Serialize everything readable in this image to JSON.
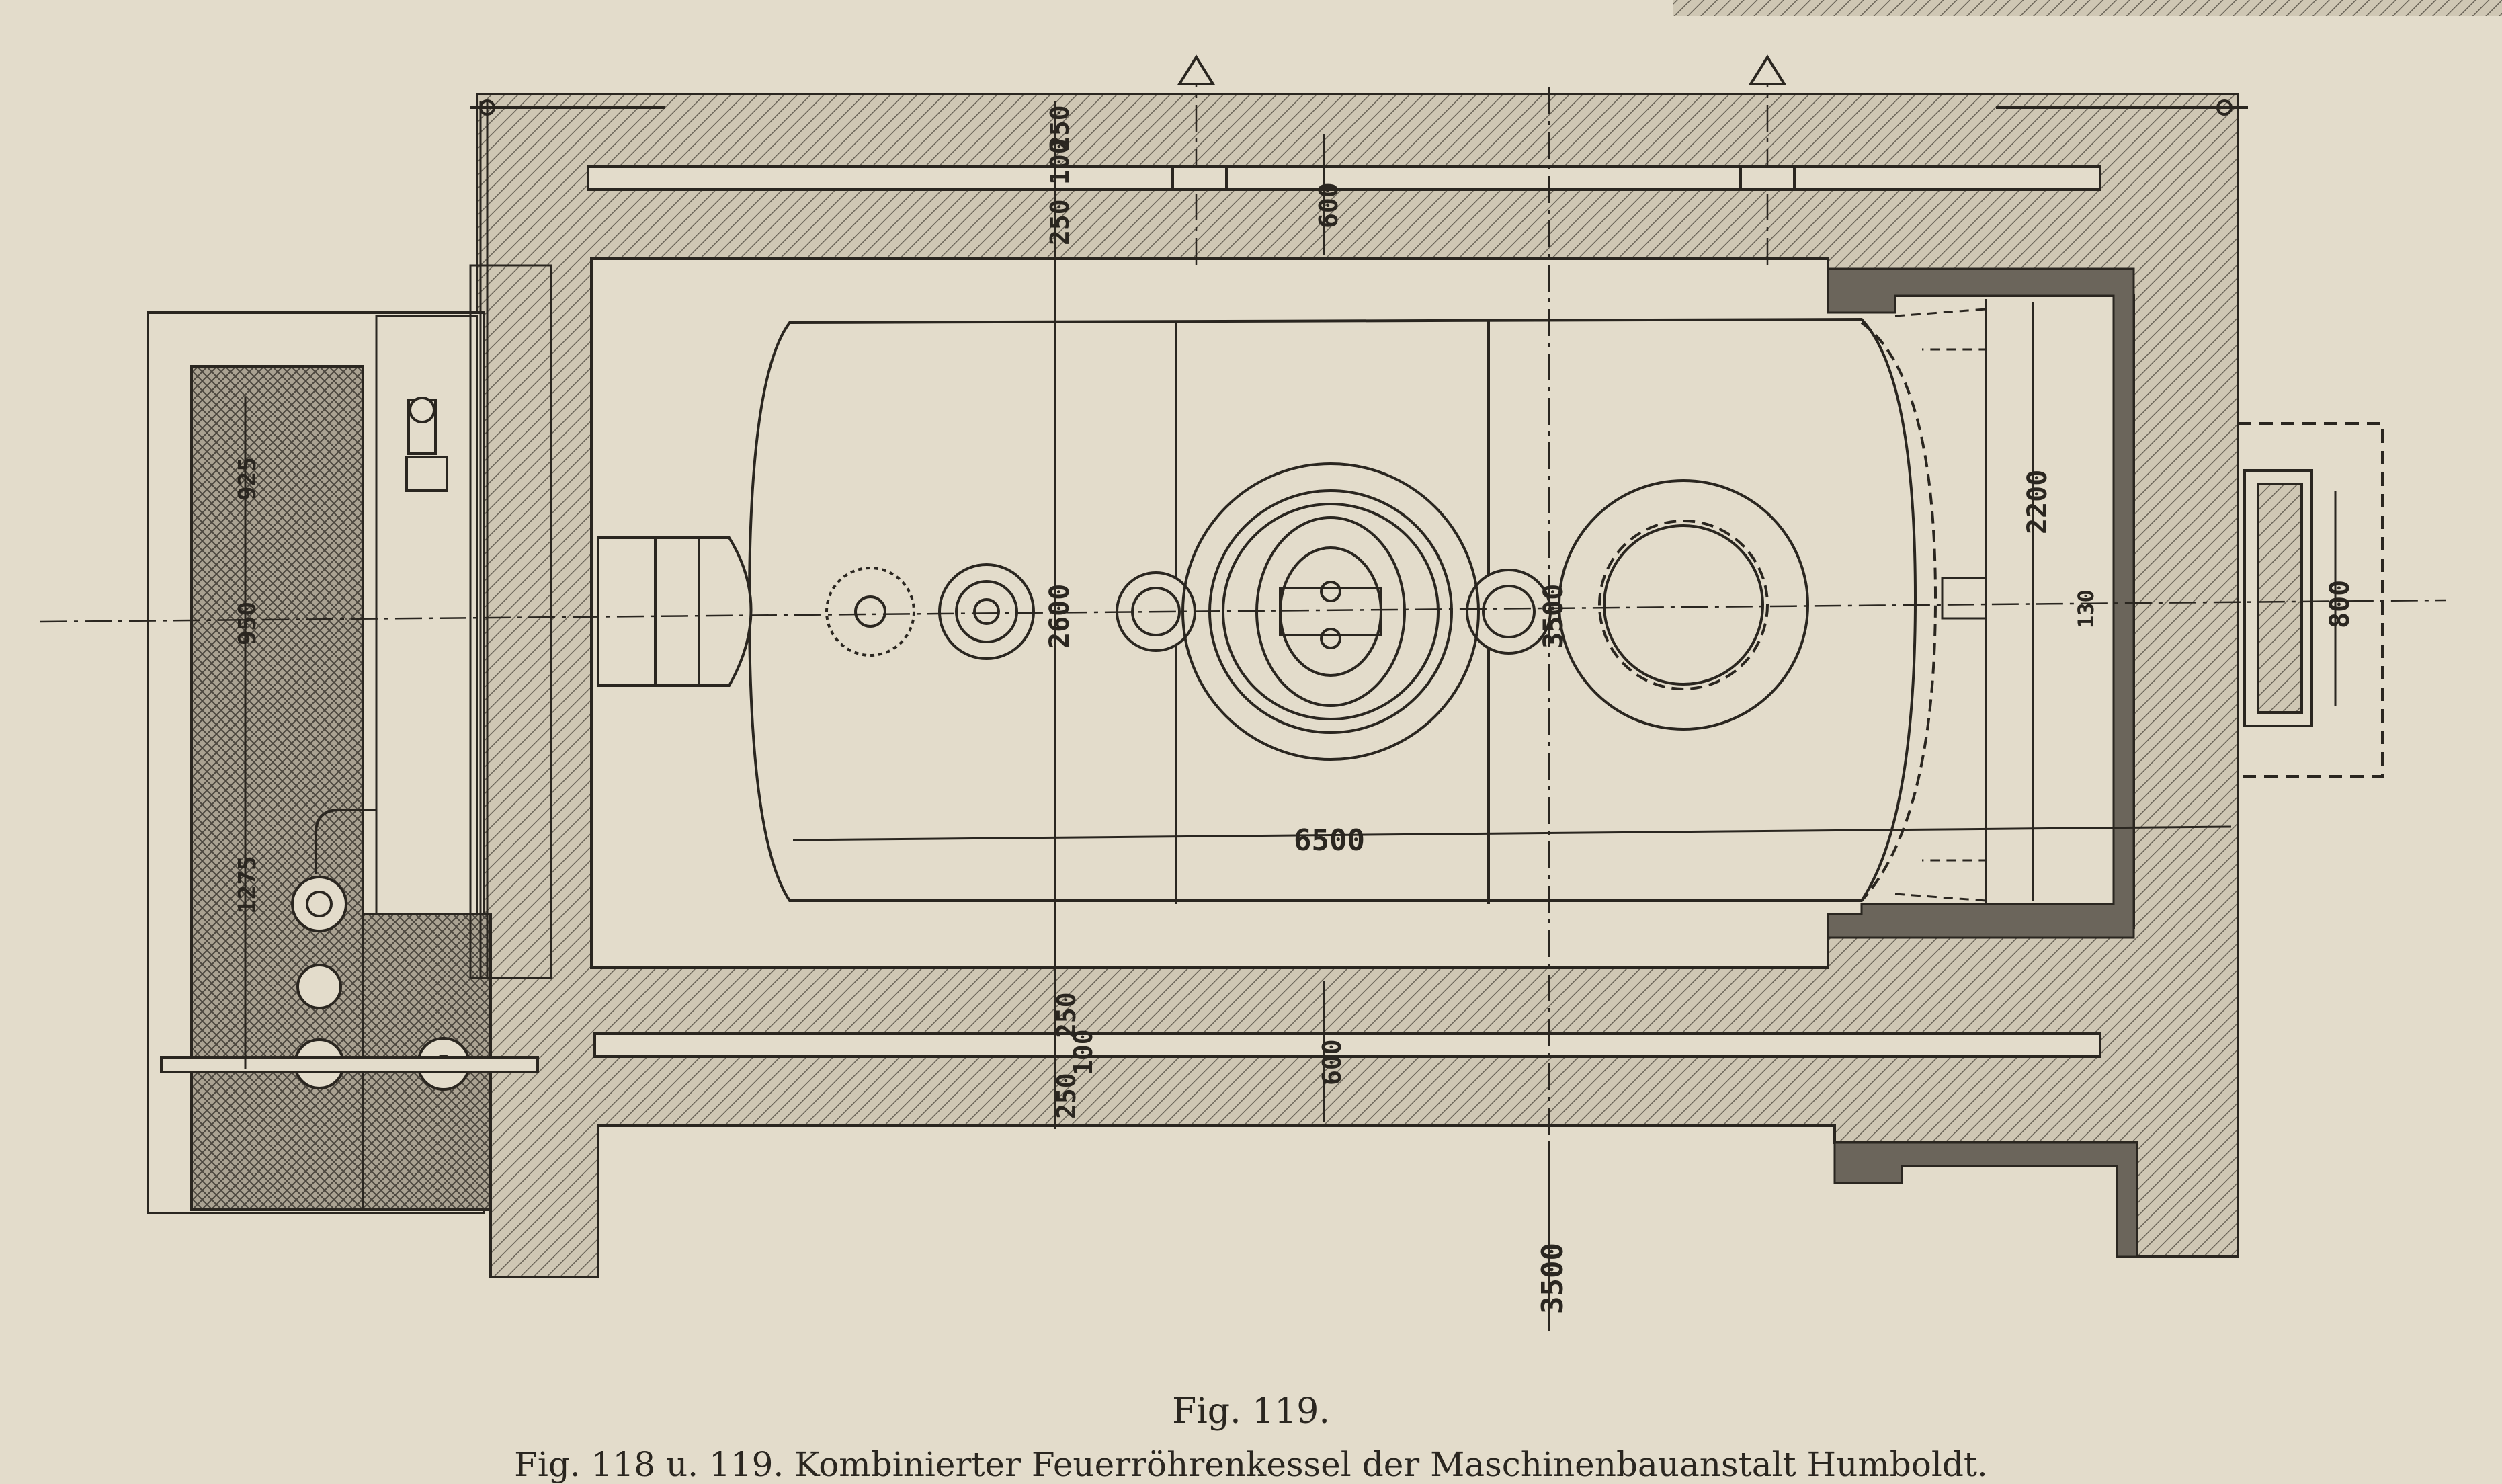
{
  "figure": {
    "label": "Fig. 119.",
    "caption": "Fig. 118 u. 119. Kombinierter Feuerröhrenkessel der Maschinenbauanstalt Humboldt."
  },
  "dimensions": {
    "d_top_250": "250",
    "d_top_250b": "250",
    "d_top_100": "100",
    "d_top_600": "600",
    "d_2600": "2600",
    "d_3500_inner": "3500",
    "d_2200": "2200",
    "d_130": "130",
    "d_800": "800",
    "d_6500": "6500",
    "d_bot_250": "250",
    "d_bot_100": "100",
    "d_bot_250b": "250",
    "d_bot_600": "600",
    "d_3500_bottom": "3500",
    "d_925": "925",
    "d_950": "950",
    "d_1275": "1275"
  },
  "colors": {
    "paper": "#e3dccb",
    "ink": "#2a2620",
    "masonry": "#c9c1ae",
    "dark_fill": "#6b655b"
  }
}
